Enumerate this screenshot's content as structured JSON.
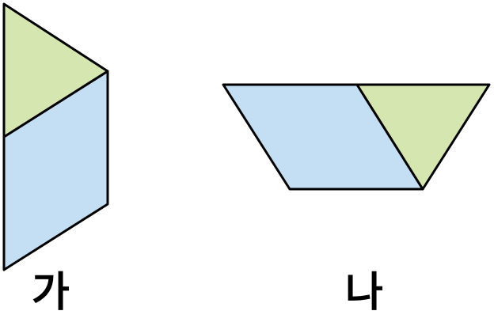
{
  "figures": [
    {
      "id": "ga",
      "label": "가",
      "pieces": [
        {
          "name": "triangle",
          "fill": "#d6e6b0"
        },
        {
          "name": "parallelogram",
          "fill": "#c4dff4"
        }
      ]
    },
    {
      "id": "na",
      "label": "나",
      "pieces": [
        {
          "name": "parallelogram",
          "fill": "#c4dff4"
        },
        {
          "name": "triangle",
          "fill": "#d6e6b0"
        }
      ]
    }
  ],
  "colors": {
    "triangle_fill": "#d6e6b0",
    "parallelogram_fill": "#c4dff4",
    "stroke": "#000000"
  }
}
